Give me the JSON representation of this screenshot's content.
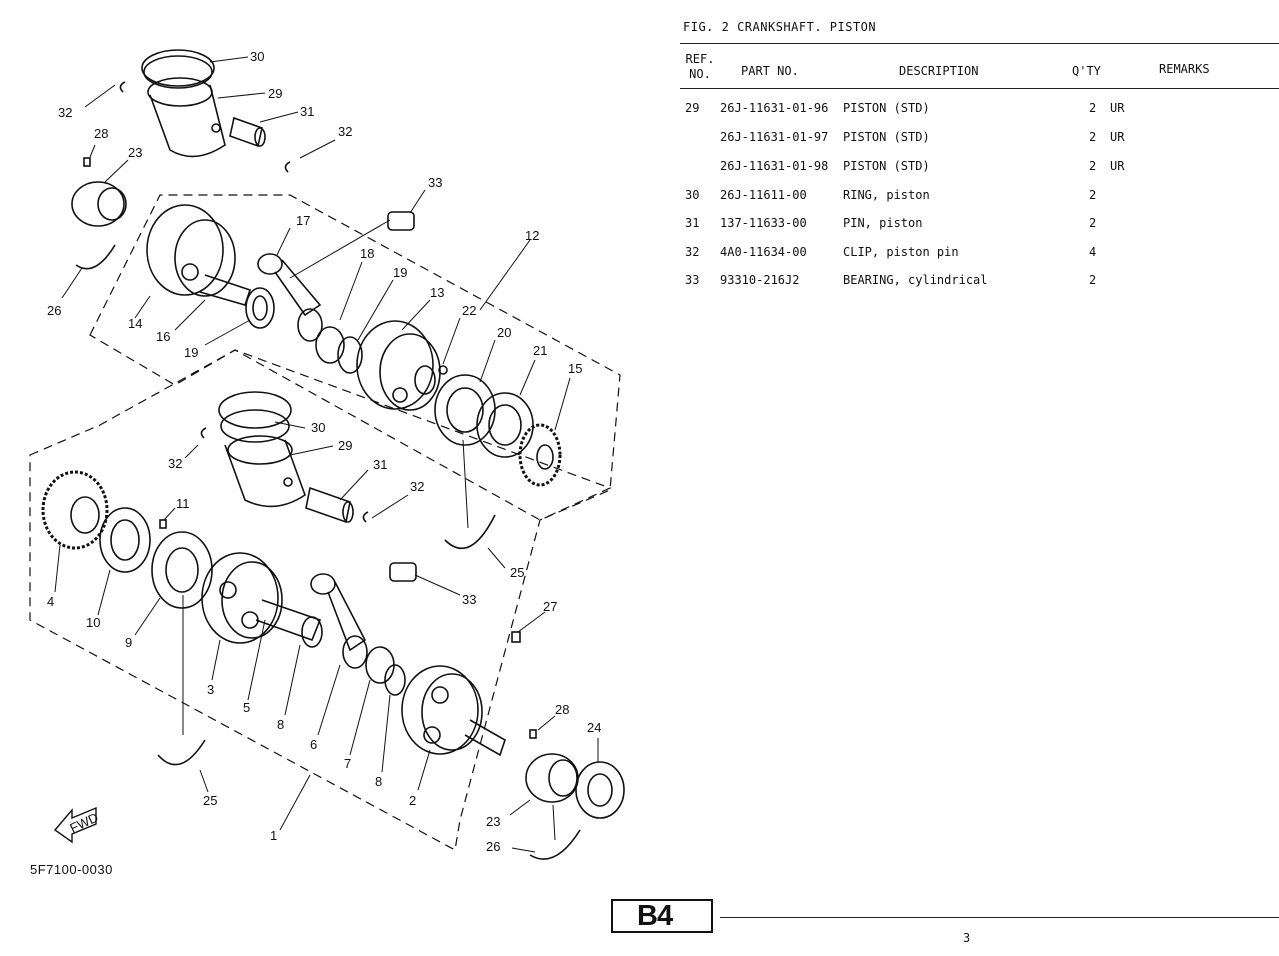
{
  "figure": {
    "title": "FIG.  2  CRANKSHAFT. PISTON"
  },
  "table": {
    "headers": {
      "ref_line1": "REF.",
      "ref_line2": "NO.",
      "part_no": "PART NO.",
      "description": "DESCRIPTION",
      "qty": "Q'TY",
      "remarks": "REMARKS"
    },
    "rows": [
      {
        "ref": "29",
        "part_no": "26J-11631-01-96",
        "description": "PISTON (STD)",
        "qty": "2",
        "remarks": "UR"
      },
      {
        "ref": "",
        "part_no": "26J-11631-01-97",
        "description": "PISTON (STD)",
        "qty": "2",
        "remarks": "UR"
      },
      {
        "ref": "",
        "part_no": "26J-11631-01-98",
        "description": "PISTON (STD)",
        "qty": "2",
        "remarks": "UR"
      },
      {
        "ref": "30",
        "part_no": "26J-11611-00",
        "description": "RING, piston",
        "qty": "2",
        "remarks": ""
      },
      {
        "ref": "31",
        "part_no": "137-11633-00",
        "description": "PIN, piston",
        "qty": "2",
        "remarks": ""
      },
      {
        "ref": "32",
        "part_no": "4A0-11634-00",
        "description": "CLIP, piston pin",
        "qty": "4",
        "remarks": ""
      },
      {
        "ref": "33",
        "part_no": "93310-216J2",
        "description": "BEARING, cylindrical",
        "qty": "2",
        "remarks": ""
      }
    ]
  },
  "diagram": {
    "drawing_code": "5F7100-0030",
    "fwd_label": "FWD",
    "callouts": [
      "30",
      "29",
      "32",
      "31",
      "32",
      "28",
      "23",
      "33",
      "17",
      "12",
      "26",
      "18",
      "19",
      "13",
      "14",
      "16",
      "19",
      "22",
      "20",
      "21",
      "15",
      "30",
      "29",
      "32",
      "31",
      "32",
      "11",
      "4",
      "10",
      "9",
      "3",
      "5",
      "8",
      "6",
      "7",
      "8",
      "2",
      "33",
      "27",
      "28",
      "24",
      "25",
      "25",
      "23",
      "26",
      "1"
    ]
  },
  "footer": {
    "page_badge": "B4",
    "page_number": "3"
  }
}
